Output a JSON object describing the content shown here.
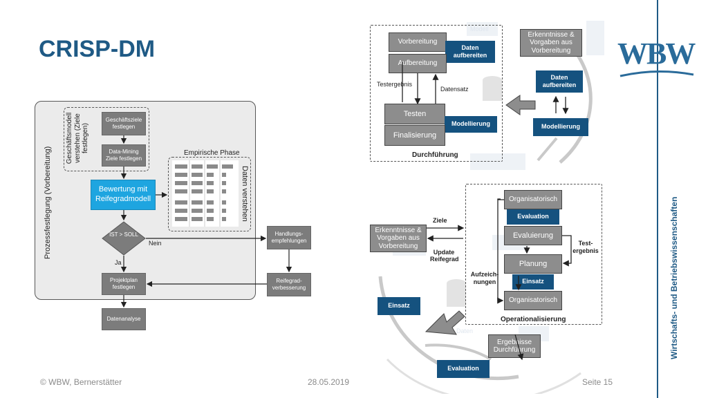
{
  "slide": {
    "title": "CRISP-DM",
    "footer_left": "© WBW, Bernerstätter",
    "footer_center": "28.05.2019",
    "footer_right": "Seite 15",
    "side_text": "Wirtschafts- und Betriebswissenschaften",
    "logo_text": "WBW"
  },
  "left": {
    "outer_label": "Prozessfestlegung (Vorbereitung)",
    "phase_label": "Geschäftsmodell verstehen (Ziele festlegen)",
    "box_ziele": "Geschäftsziele festlegen",
    "box_dm": "Data-Mining Ziele festlegen",
    "empirisch_label": "Empirische Phase",
    "daten_label": "Daten verstehen",
    "bewertung": "Bewertung mit Reifegradmodell",
    "decision": "IST > SOLL",
    "nein": "Nein",
    "ja": "Ja",
    "handlung": "Handlungs-empfehlungen",
    "reifegrad": "Reifegrad-verbesserung",
    "projektplan": "Projektplan festlegen",
    "datenanalyse": "Datenanalyse"
  },
  "top_right": {
    "vorbereitung": "Vorbereitung",
    "aufbereitung": "Aufbereitung",
    "daten_aufbereiten_inner": "Daten aufbereiten",
    "testergebnis": "Testergebnis",
    "datensatz": "Datensatz",
    "testen": "Testen",
    "finalisierung": "Finalisierung",
    "modellierung_inner": "Modellierung",
    "durchfuehrung": "Durchführung",
    "erkenntnisse": "Erkenntnisse & Vorgaben aus Vorbereitung",
    "daten_aufbereiten": "Daten aufbereiten",
    "modellierung": "Modellierung",
    "ghost_modell": "Modell"
  },
  "bottom_right": {
    "ziele": "Ziele",
    "update": "Update Reifegrad",
    "erkenntnisse": "Erkenntnisse & Vorgaben aus Vorbereitung",
    "aufzeichnungen": "Aufzeich-nungen",
    "organisatorisch1": "Organisatorisch",
    "evaluation_inner": "Evaluation",
    "evaluierung": "Evaluierung",
    "testergebnis": "Test-ergebnis",
    "planung": "Planung",
    "einsatz_inner": "Einsatz",
    "organisatorisch2": "Organisatorisch",
    "operationalisierung": "Operationalisierung",
    "einsatz": "Einsatz",
    "ergebnisse": "Ergebnisse Durchführung",
    "evaluation": "Evaluation",
    "ghost_daten": "Daten"
  },
  "colors": {
    "title_blue": "#1f5a85",
    "dark_blue": "#15527f",
    "highlight_blue": "#1ea5e0",
    "gray_box": "#7c7c7c"
  }
}
